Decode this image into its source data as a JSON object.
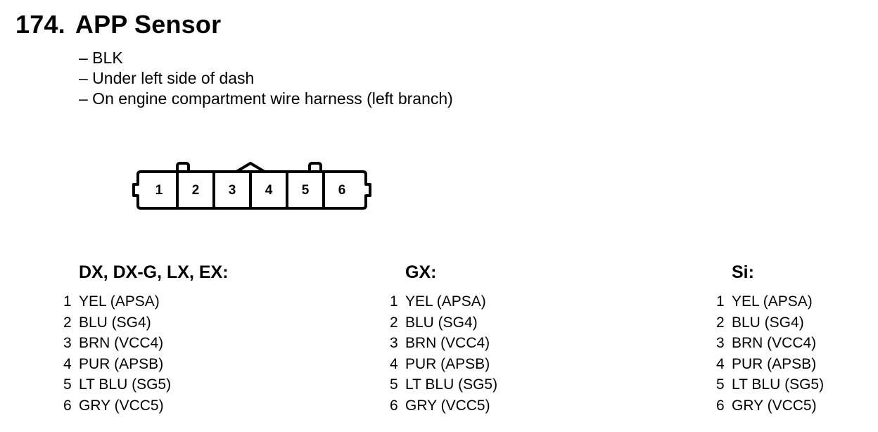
{
  "title": {
    "number": "174.",
    "text": "APP Sensor"
  },
  "notes": [
    "– BLK",
    "– Under left side of dash",
    "– On engine compartment wire harness (left branch)"
  ],
  "connector": {
    "pins": [
      "1",
      "2",
      "3",
      "4",
      "5",
      "6"
    ]
  },
  "columns": [
    {
      "heading": "DX, DX-G, LX, EX:",
      "pins": [
        {
          "num": "1",
          "text": "YEL (APSA)"
        },
        {
          "num": "2",
          "text": "BLU (SG4)"
        },
        {
          "num": "3",
          "text": "BRN (VCC4)"
        },
        {
          "num": "4",
          "text": "PUR (APSB)"
        },
        {
          "num": "5",
          "text": "LT BLU (SG5)"
        },
        {
          "num": "6",
          "text": "GRY (VCC5)"
        }
      ]
    },
    {
      "heading": "GX:",
      "pins": [
        {
          "num": "1",
          "text": "YEL (APSA)"
        },
        {
          "num": "2",
          "text": "BLU (SG4)"
        },
        {
          "num": "3",
          "text": "BRN (VCC4)"
        },
        {
          "num": "4",
          "text": "PUR (APSB)"
        },
        {
          "num": "5",
          "text": "LT BLU (SG5)"
        },
        {
          "num": "6",
          "text": "GRY (VCC5)"
        }
      ]
    },
    {
      "heading": "Si:",
      "pins": [
        {
          "num": "1",
          "text": "YEL (APSA)"
        },
        {
          "num": "2",
          "text": "BLU (SG4)"
        },
        {
          "num": "3",
          "text": "BRN (VCC4)"
        },
        {
          "num": "4",
          "text": "PUR (APSB)"
        },
        {
          "num": "5",
          "text": "LT BLU (SG5)"
        },
        {
          "num": "6",
          "text": "GRY (VCC5)"
        }
      ]
    }
  ]
}
